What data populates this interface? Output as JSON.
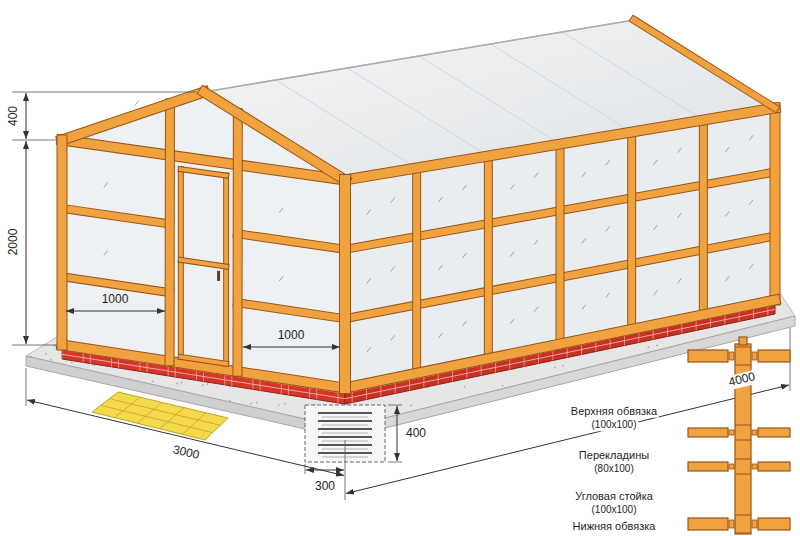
{
  "diagram": {
    "labels": [
      "400",
      "2000",
      "1000",
      "1000",
      "4000",
      "3000",
      "300",
      "400",
      "Верхняя обвязка",
      "(100x100)",
      "Перекладины",
      "(80x100)",
      "Угловая стойка",
      "(100x100)",
      "Нижняя обвязка"
    ]
  }
}
